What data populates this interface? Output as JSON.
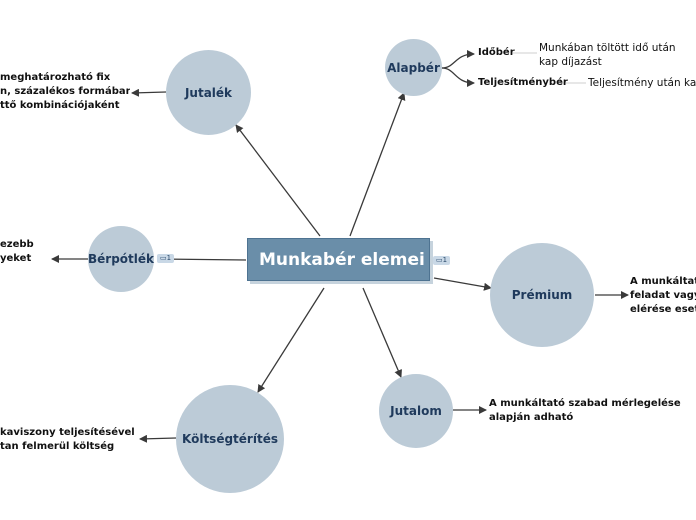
{
  "map": {
    "central": {
      "title": "Munkabér elemei",
      "comment_count": "1"
    },
    "nodes": {
      "alapber": {
        "label": "Alapbér"
      },
      "jutalek": {
        "label": "Jutalék"
      },
      "berpotlek": {
        "label": "Bérpótlék",
        "comment_count": "1"
      },
      "premium": {
        "label": "Prémium"
      },
      "jutalom": {
        "label": "Jutalom"
      },
      "koltseg": {
        "label": "Költségtérítés"
      }
    },
    "subnodes": {
      "idober": {
        "label": "Időbér",
        "note": "Munkában töltött idő után kap díjazást"
      },
      "teljesitmeny": {
        "label": "Teljesítménybér",
        "note": "Teljesítmény után kap"
      }
    },
    "notes": {
      "jutalek": "meghatározható fix\nn, százalékos formában,\nttő kombinációjaként",
      "berpotlek": "ezebb\nyeket",
      "premium": "A munkáltató\nfeladat vagy\nelérése eseté",
      "jutalom": "A munkáltató szabad mérlegelése\nalapján adható",
      "koltseg": "kaviszony teljesítésével\ntan felmerül költség"
    }
  }
}
